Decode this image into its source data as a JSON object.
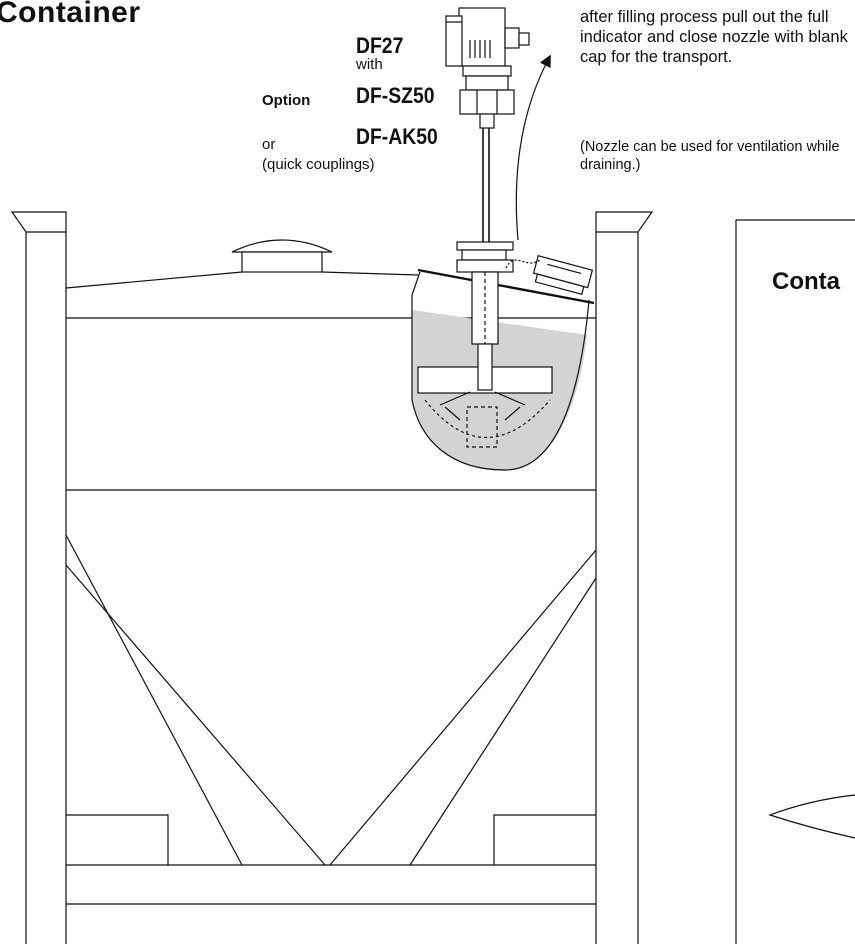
{
  "title": "Container",
  "probe": {
    "model": "DF27",
    "with_word": "with",
    "option_word": "Option",
    "option_model_1": "DF-SZ50",
    "or_word": "or",
    "option_model_2": "DF-AK50",
    "couplings_note": "(quick couplings)"
  },
  "instruction": {
    "main": "after filling process pull out the full indicator and close nozzle with blank cap for the transport.",
    "secondary": "(Nozzle can be used for ventilation while draining.)"
  },
  "second_panel": {
    "title": "Conta"
  },
  "colors": {
    "line": "#111111",
    "fill_liquid": "#d3d3d3",
    "background": "#ffffff"
  }
}
